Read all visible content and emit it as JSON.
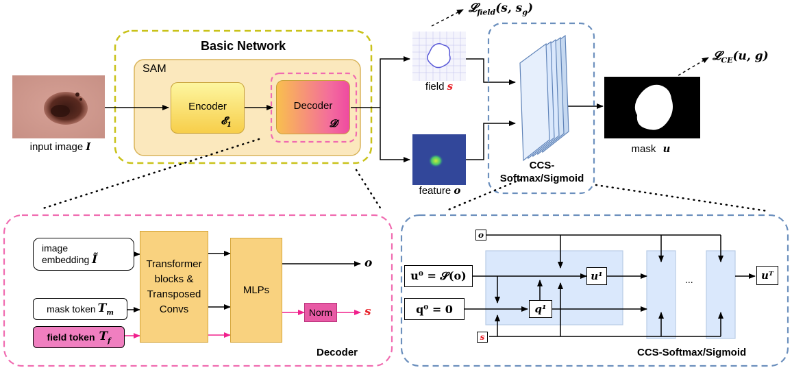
{
  "top": {
    "basic_network_title": "Basic Network",
    "sam_label": "SAM",
    "encoder_label": "Encoder",
    "encoder_symbol": "𝓔",
    "encoder_sub": "1",
    "decoder_label": "Decoder",
    "decoder_symbol": "𝓓",
    "input_caption": "input image",
    "input_symbol": "I",
    "field_caption": "field",
    "field_symbol": "s",
    "feature_caption": "feature",
    "feature_symbol": "o",
    "ccs_title_line1": "CCS-",
    "ccs_title_line2": "Softmax/Sigmoid",
    "mask_caption": "mask",
    "mask_symbol": "u",
    "loss_field": "𝓛",
    "loss_field_sub": "field",
    "loss_field_args": "(s, s",
    "loss_field_args_sub": "g",
    "loss_field_close": ")",
    "loss_ce": "𝓛",
    "loss_ce_sub": "CE",
    "loss_ce_args": "(u, g)"
  },
  "decoder_detail": {
    "title": "Decoder",
    "image_embedding_line1": "image",
    "image_embedding_line2": "embedding",
    "image_embedding_symbol": "Ĩ",
    "mask_token": "mask token",
    "mask_token_symbol": "T",
    "mask_token_sub": "m",
    "field_token": "field token",
    "field_token_symbol": "T",
    "field_token_sub": "f",
    "transformer_text": "Transformer blocks & Transposed Convs",
    "mlps": "MLPs",
    "norm": "Norm",
    "out_o": "o",
    "out_s": "s"
  },
  "ccs_detail": {
    "title": "CCS-Softmax/Sigmoid",
    "o_in": "o",
    "u0": "u⁰ = 𝓢(o)",
    "q0": "q⁰ = 0",
    "s_in": "s",
    "u1": "u¹",
    "q1": "q¹",
    "ellipsis": "...",
    "uT": "uᵀ"
  },
  "colors": {
    "olive_dash": "#c9c21a",
    "sam_fill": "#fbe8bd",
    "pink_dash": "#f06bb0",
    "blue_dash": "#6b8fbd",
    "transformer_fill": "#f9d27f",
    "norm_fill": "#e85aa5",
    "arrow_pink": "#f0208c",
    "block_blue": "#dae8fc"
  }
}
